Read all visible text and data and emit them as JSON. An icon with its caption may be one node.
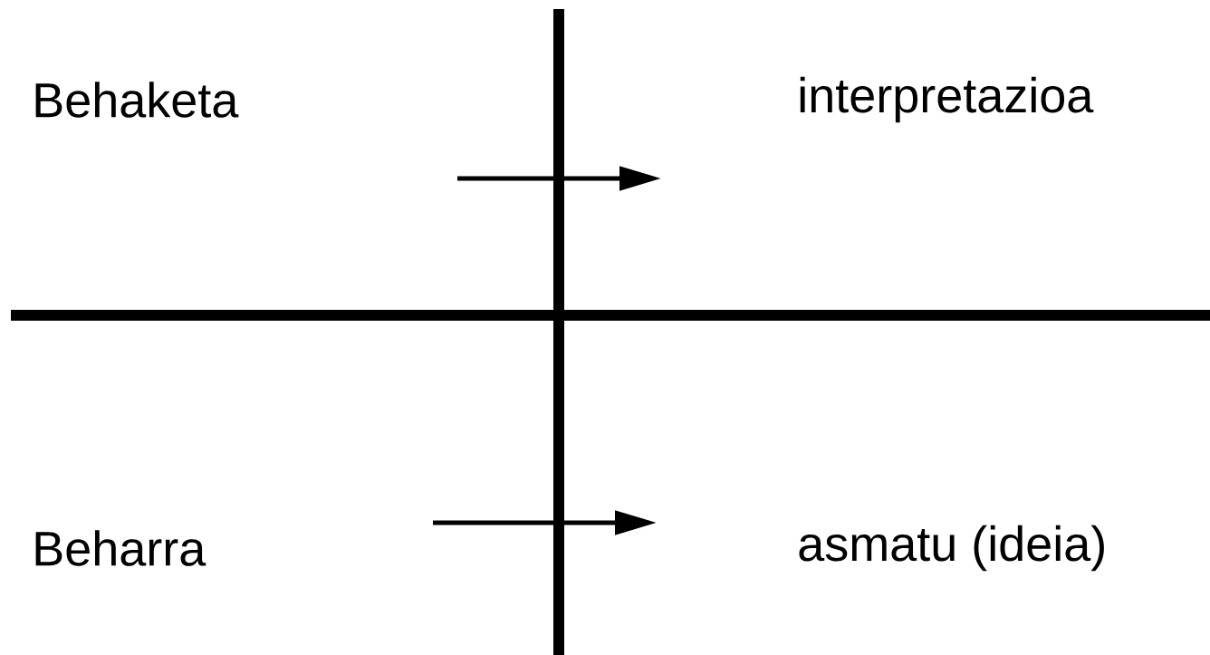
{
  "diagram": {
    "nodes": [
      {
        "text": [
          "Behaketa"
        ]
      },
      {
        "text": [
          "interpretazioa"
        ]
      },
      {
        "text": [
          "Beharra"
        ]
      },
      {
        "text": [
          "asmatu (ideia)"
        ]
      }
    ]
  }
}
